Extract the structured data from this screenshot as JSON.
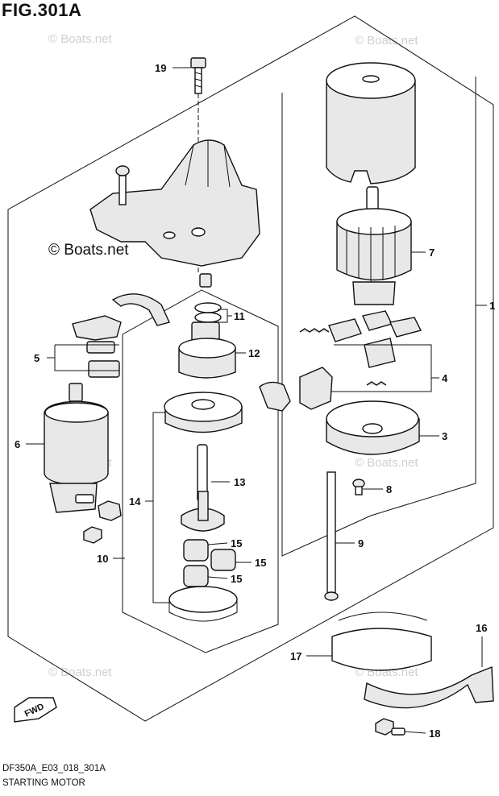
{
  "figure": {
    "title": "FIG.301A",
    "model_code": "DF350A_E03_018_301A",
    "caption": "STARTING MOTOR",
    "fwd_label": "FWD"
  },
  "watermark": {
    "small": "© Boats.net",
    "main": "© Boats.net"
  },
  "callouts": [
    {
      "id": "1",
      "label": "1"
    },
    {
      "id": "3",
      "label": "3"
    },
    {
      "id": "4",
      "label": "4"
    },
    {
      "id": "5",
      "label": "5"
    },
    {
      "id": "6",
      "label": "6"
    },
    {
      "id": "7",
      "label": "7"
    },
    {
      "id": "8",
      "label": "8"
    },
    {
      "id": "9",
      "label": "9"
    },
    {
      "id": "10",
      "label": "10"
    },
    {
      "id": "11",
      "label": "11"
    },
    {
      "id": "12",
      "label": "12"
    },
    {
      "id": "13",
      "label": "13"
    },
    {
      "id": "14",
      "label": "14"
    },
    {
      "id": "15a",
      "label": "15"
    },
    {
      "id": "15b",
      "label": "15"
    },
    {
      "id": "15c",
      "label": "15"
    },
    {
      "id": "16",
      "label": "16"
    },
    {
      "id": "17",
      "label": "17"
    },
    {
      "id": "18",
      "label": "18"
    },
    {
      "id": "19",
      "label": "19"
    }
  ]
}
